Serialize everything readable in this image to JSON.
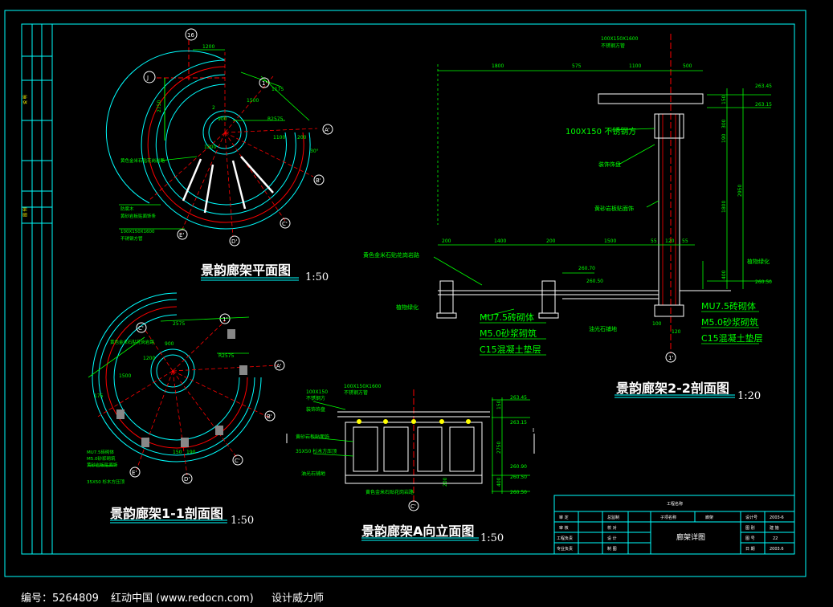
{
  "drawings": {
    "plan": {
      "title": "景韵廊架平面图",
      "scale": "1:50"
    },
    "section11": {
      "title": "景韵廊架1-1剖面图",
      "scale": "1:50"
    },
    "section22": {
      "title": "景韵廊架2-2剖面图",
      "scale": "1:20"
    },
    "elevation": {
      "title": "景韵廊架A向立面图",
      "scale": "1:50"
    }
  },
  "plan_labels": {
    "grid_16": "16",
    "grid_J": "J",
    "grid_1": "1'",
    "grid_A": "A'",
    "grid_B": "B'",
    "grid_C": "C'",
    "grid_D": "D'",
    "grid_E": "E'",
    "dim_1200": "1200",
    "dim_2750": "2750",
    "dim_1500": "1500",
    "dim_1175": "1175",
    "dim_R2575": "R2575",
    "dim_900": "900",
    "dim_1100": "1100",
    "dim_200": "200",
    "dim_1500b": "1500",
    "angle_30": "30°",
    "section_mark": "2",
    "note_paving": "黄色金米石贴花岗岩路",
    "note_wood_a": "防腐木",
    "note_wood_b": "黄砂岩板贴面饰条",
    "note_beam": "100X150X1600",
    "note_beam2": "不锈钢方管"
  },
  "section11_labels": {
    "dim_2575": "2575",
    "dim_900": "900",
    "dim_1200": "1200",
    "dim_R2575": "R2575",
    "dim_1500": "1500",
    "dim_150": "150",
    "dim_190": "190",
    "dim_175": "175",
    "note_a": "黄色金米石贴花岗岩路",
    "note_b1": "MU7.5砖砌体",
    "note_b2": "M5.0砂浆砌筑",
    "note_b3": "黄砂岩板贴面饰",
    "note_c": "35X50 杉木方压顶",
    "mark_c": "C'",
    "mark_1": "1'",
    "mark_a": "A'",
    "mark_b": "B'",
    "mark_e": "E'",
    "mark_d": "D'",
    "mark_c2": "C'"
  },
  "section22_labels": {
    "top_beam1": "100X150X1600",
    "top_beam2": "不锈钢方管",
    "dim_1800": "1800",
    "dim_575": "575",
    "dim_1100": "1100",
    "dim_500": "500",
    "elev_26345": "263.45",
    "elev_26315": "263.15",
    "elev_26070": "260.70",
    "elev_26050": "260.50",
    "elev_26050b": "260.50",
    "dim_150": "150",
    "dim_300": "300",
    "dim_190": "190",
    "dim_1800v": "1800",
    "dim_2950": "2950",
    "dim_400": "400",
    "note_steel": "100X150 不锈钢方",
    "note_deco": "装饰饰盘",
    "note_face": "黄砂岩板贴面饰",
    "note_green_r": "植物绿化",
    "dim_200a": "200",
    "dim_1400": "1400",
    "dim_200b": "200",
    "dim_1500": "1500",
    "dim_55a": "55",
    "dim_120": "120",
    "dim_55b": "55",
    "note_paving": "黄色金米石贴花岗岩路",
    "note_green_l": "植物绿化",
    "note_mu": "MU7.5砖砌体",
    "note_m5": "M5.0砂浆砌筑",
    "note_c15": "C15混凝土垫层",
    "note_mu_r": "MU7.5砖砌体",
    "note_m5_r": "M5.0砂浆砌筑",
    "note_c15_r": "C15混凝土垫层",
    "note_stone": "油光石铺地",
    "dim_120b": "120",
    "dim_100": "100",
    "axis_1": "1'"
  },
  "elevation_labels": {
    "note_steel1": "100X150",
    "note_steel2": "不锈钢方",
    "note_beam1": "100X150X1600",
    "note_beam2": "不锈钢方管",
    "note_deco": "装饰饰盘",
    "note_face": "黄砂岩板贴面饰",
    "note_wood": "35X50 杉木方压顶",
    "note_stone": "油光石铺地",
    "note_paving": "黄色金米石贴花岗岩路",
    "elev_26345": "263.45",
    "elev_26315": "263.15",
    "elev_26090": "260.90",
    "elev_26050": "260.50",
    "elev_26050b": "260.50",
    "dim_150": "150",
    "dim_2750": "2750",
    "dim_400": "400",
    "dim_200": "200",
    "mark_I": "I",
    "mark_c": "C'"
  },
  "left_strip": {
    "text_a": "说 明",
    "text_b": "图 例"
  },
  "title_block": {
    "project": "工程名称",
    "r1c1": "审 定",
    "r1c2": "总监制",
    "r1c3": "子项名称",
    "r1c4": "廊架",
    "r1c5": "设计号",
    "r1c6": "2003-6",
    "r2c1": "审 核",
    "r2c2": "校 对",
    "r2c3": "图 别",
    "r2c4": "建 施",
    "r3c1": "工程负责",
    "r3c2": "设 计",
    "r3c3": "图 号",
    "r3c4": "22",
    "r4c1": "专业负责",
    "r4c2": "制 图",
    "r4c3": "日 期",
    "r4c4": "2003.6",
    "drawing_name": "廊架详图"
  },
  "footer": {
    "number": "编号：5264809",
    "site": "红动中国 (www.redocn.com)",
    "designer": "设计威力师"
  }
}
